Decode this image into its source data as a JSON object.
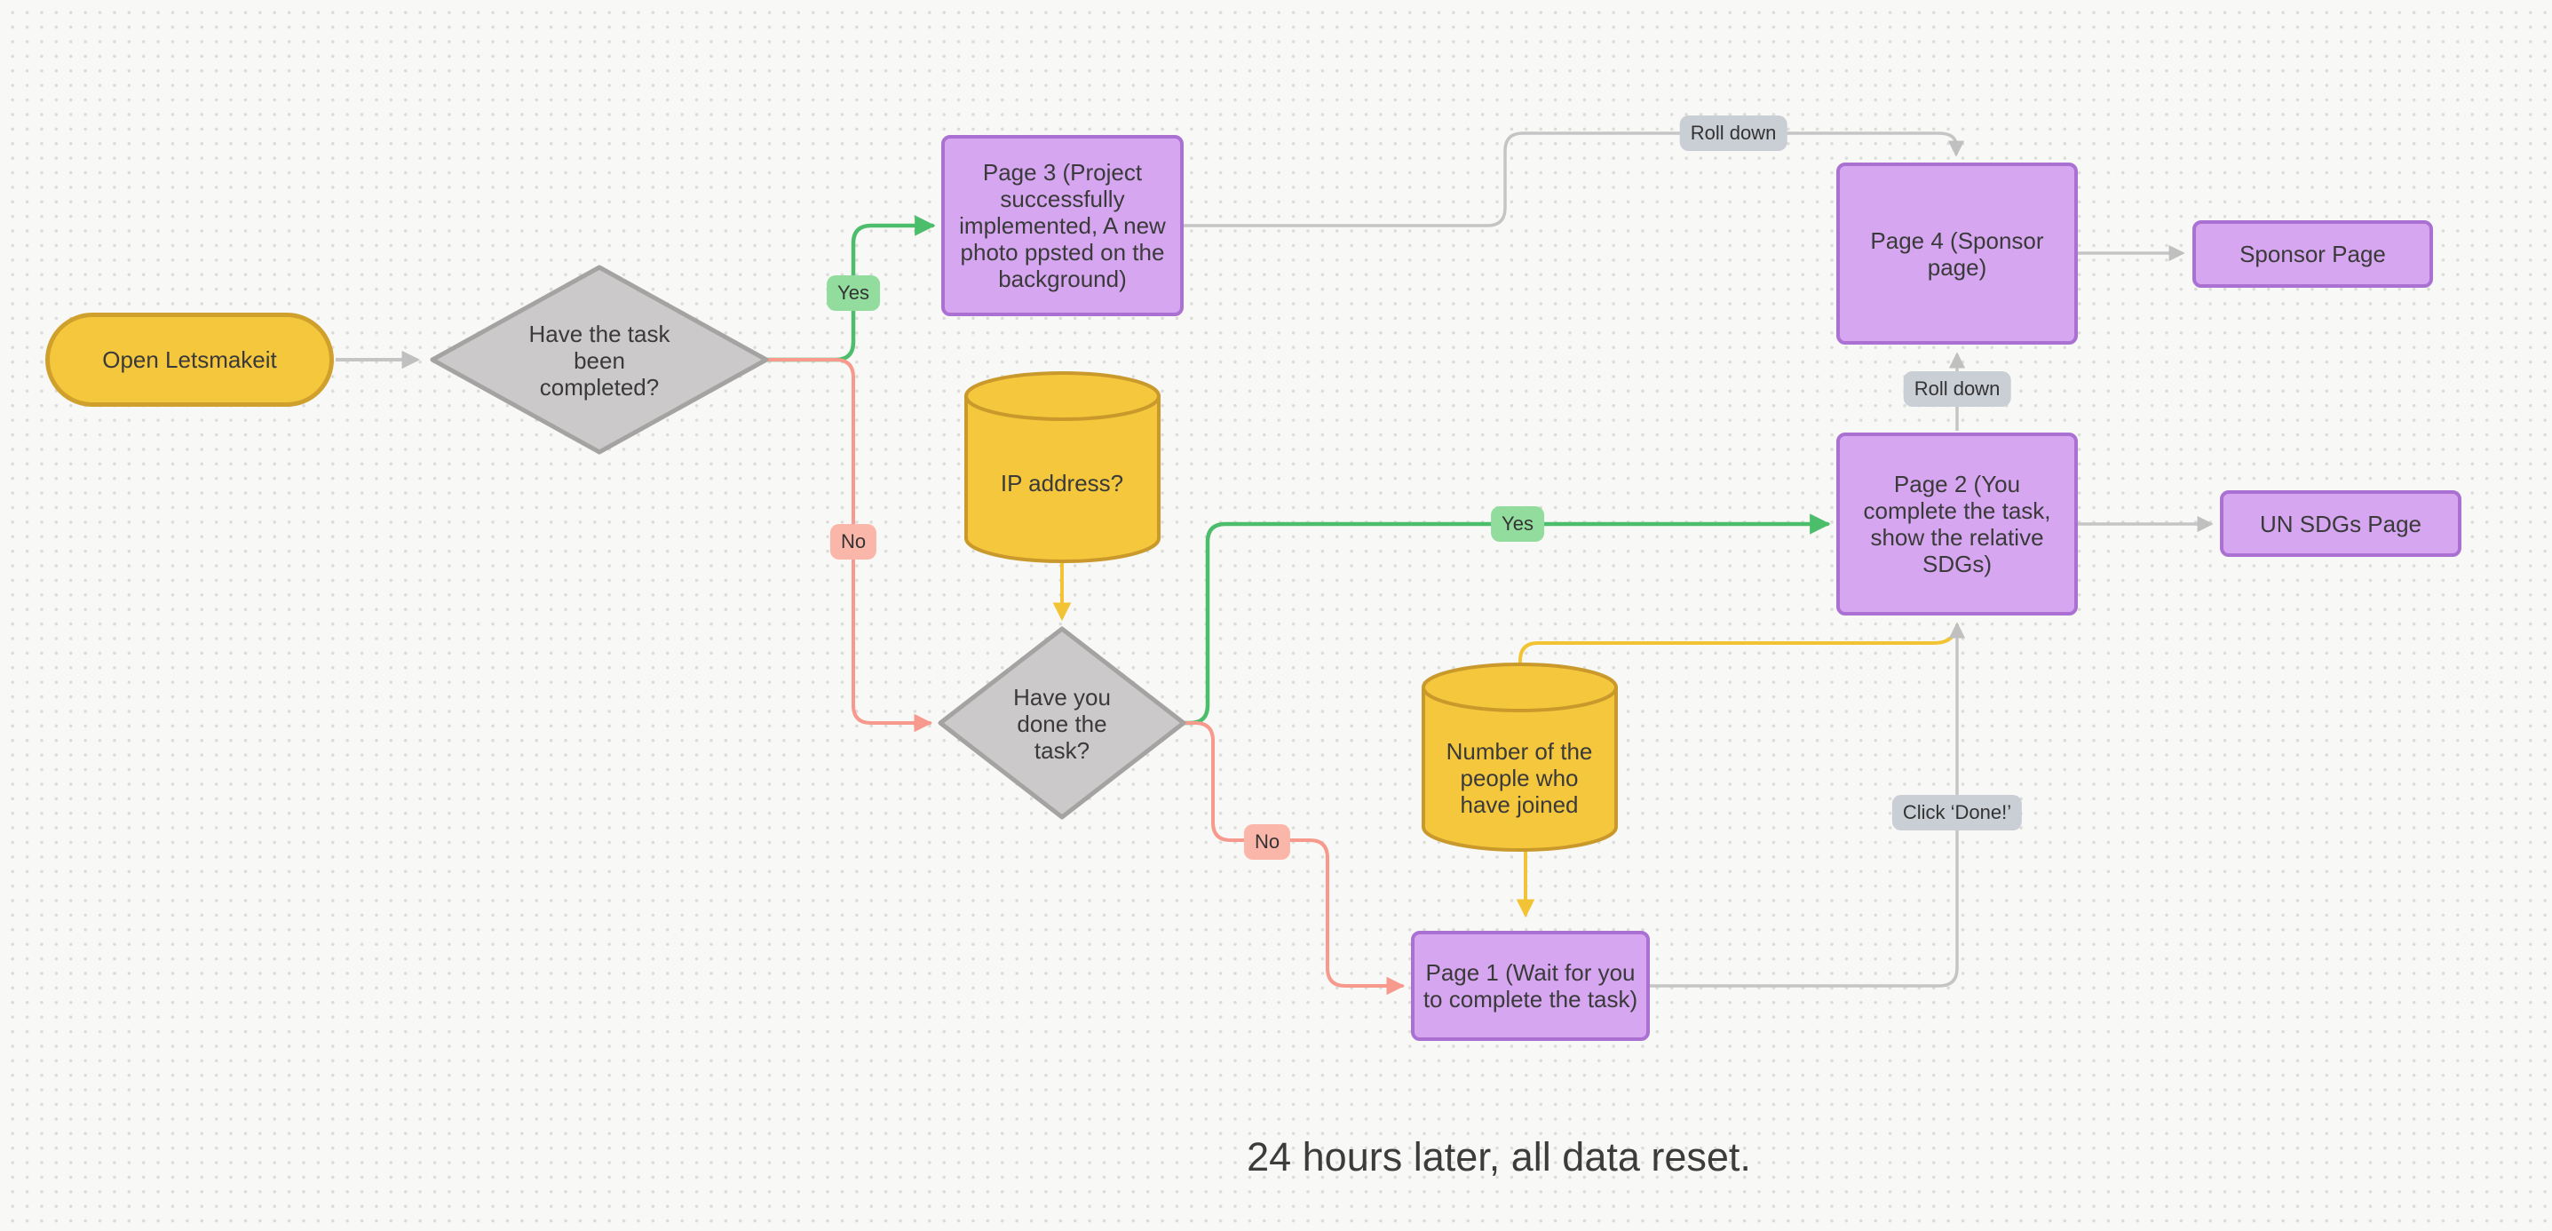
{
  "canvas": {
    "background": "#F8F8F6",
    "dot_color": "#DBDBD8"
  },
  "colors": {
    "yellow_fill": "#F5C73D",
    "yellow_stroke": "#C9992B",
    "purple_fill": "#D6A6F1",
    "purple_stroke": "#AB71D2",
    "diamond_fill": "#CBC9C9",
    "diamond_stroke": "#A5A2A2",
    "gray_connector": "#C5C5C5",
    "green_connector": "#4CBE6B",
    "red_connector": "#F7998C",
    "yellow_connector": "#F2C335",
    "green_label_bg": "#92DC9E",
    "red_label_bg": "#FBB6AA",
    "gray_label_bg": "#CACED5"
  },
  "nodes": {
    "start": {
      "label": "Open Letsmakeit",
      "shape": "pill"
    },
    "decision1": {
      "label": "Have the task\nbeen\ncompleted?",
      "shape": "diamond"
    },
    "page3": {
      "label": "Page 3 (Project\nsuccessfully\nimplemented, A  new\nphoto ppsted on the\nbackground)",
      "shape": "rect"
    },
    "ip_db": {
      "label": "IP address?",
      "shape": "cylinder"
    },
    "decision2": {
      "label": "Have you\ndone the\ntask?",
      "shape": "diamond"
    },
    "page4": {
      "label": "Page 4 (Sponsor\npage)",
      "shape": "rect"
    },
    "sponsor": {
      "label": "Sponsor Page",
      "shape": "rect"
    },
    "page2": {
      "label": "Page 2 (You\ncomplete the task,\nshow the relative\nSDGs)",
      "shape": "rect"
    },
    "unsdgs": {
      "label": "UN SDGs Page",
      "shape": "rect"
    },
    "people_db": {
      "label": "Number of the\npeople who\nhave joined",
      "shape": "cylinder"
    },
    "page1": {
      "label": "Page 1 (Wait for you\nto complete the task)",
      "shape": "rect"
    }
  },
  "edge_labels": {
    "yes1": "Yes",
    "no1": "No",
    "yes2": "Yes",
    "no2": "No",
    "roll_down_top": "Roll down",
    "roll_down_mid": "Roll down",
    "click_done": "Click ‘Done!’"
  },
  "caption": "24 hours later, all data reset."
}
